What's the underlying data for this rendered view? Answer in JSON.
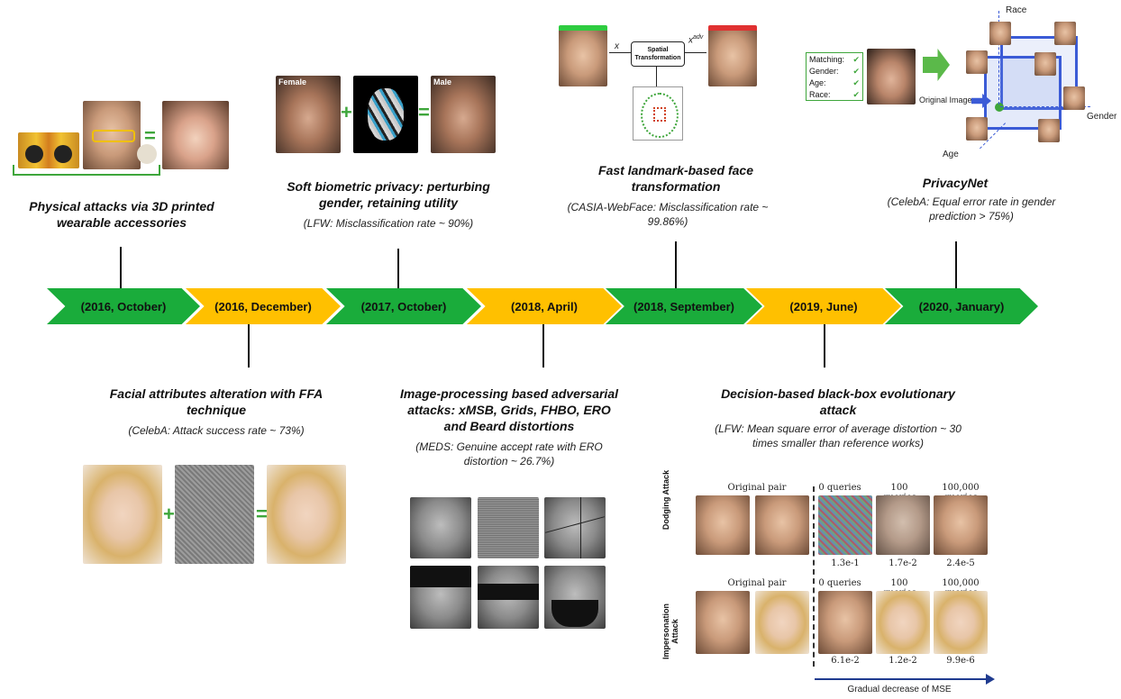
{
  "timeline": [
    {
      "label": "(2016, October)",
      "color": "green"
    },
    {
      "label": "(2016, December)",
      "color": "yellow"
    },
    {
      "label": "(2017, October)",
      "color": "green"
    },
    {
      "label": "(2018, April)",
      "color": "yellow"
    },
    {
      "label": "(2018, September)",
      "color": "green"
    },
    {
      "label": "(2019, June)",
      "color": "yellow"
    },
    {
      "label": "(2020, January)",
      "color": "green"
    }
  ],
  "events": {
    "physical": {
      "title": "Physical attacks via 3D printed wearable accessories"
    },
    "ffa": {
      "title": "Facial attributes alteration with FFA technique",
      "subtitle": "(CelebA: Attack success rate ~ 73%)"
    },
    "soft": {
      "title": "Soft biometric privacy: perturbing gender, retaining utility",
      "subtitle": "(LFW: Misclassification rate ~ 90%)"
    },
    "image_processing": {
      "title": "Image-processing based adversarial attacks: xMSB, Grids, FHBO, ERO and Beard distortions",
      "subtitle": "(MEDS: Genuine accept rate with ERO distortion ~ 26.7%)"
    },
    "landmark": {
      "title": "Fast landmark-based face transformation",
      "subtitle": "(CASIA-WebFace: Misclassification rate ~ 99.86%)"
    },
    "evolutionary": {
      "title": "Decision-based black-box evolutionary attack",
      "subtitle": "(LFW: Mean square error of average distortion ~ 30 times smaller than reference works)"
    },
    "privacynet": {
      "title": "PrivacyNet",
      "subtitle": "(CelebA: Equal error rate in gender prediction > 75%)"
    }
  },
  "soft_labels": {
    "female": "Female",
    "male": "Male"
  },
  "landmark_labels": {
    "x": "x",
    "xadv": "x",
    "adv_sup": "adv",
    "box": "Spatial Transformation"
  },
  "privacynet_labels": {
    "checklist": [
      "Matching:",
      "Gender:",
      "Age:",
      "Race:"
    ],
    "original": "Original Image",
    "axis_race": "Race",
    "axis_gender": "Gender",
    "axis_age": "Age"
  },
  "evo_labels": {
    "dodging": "Dodging Attack",
    "impersonation": "Impersonation Attack",
    "original_pair": "Original pair",
    "q0": "0 queries",
    "q100": "100 queries",
    "q100k": "100,000 queries",
    "dodging_vals": [
      "1.3e-1",
      "1.7e-2",
      "2.4e-5"
    ],
    "imp_vals": [
      "6.1e-2",
      "1.2e-2",
      "9.9e-6"
    ],
    "mse": "Gradual decrease of MSE"
  },
  "colors": {
    "green": "#1aac3b",
    "yellow": "#ffc000",
    "accent_green": "#3ea63b",
    "blue": "#3b5bd6"
  }
}
